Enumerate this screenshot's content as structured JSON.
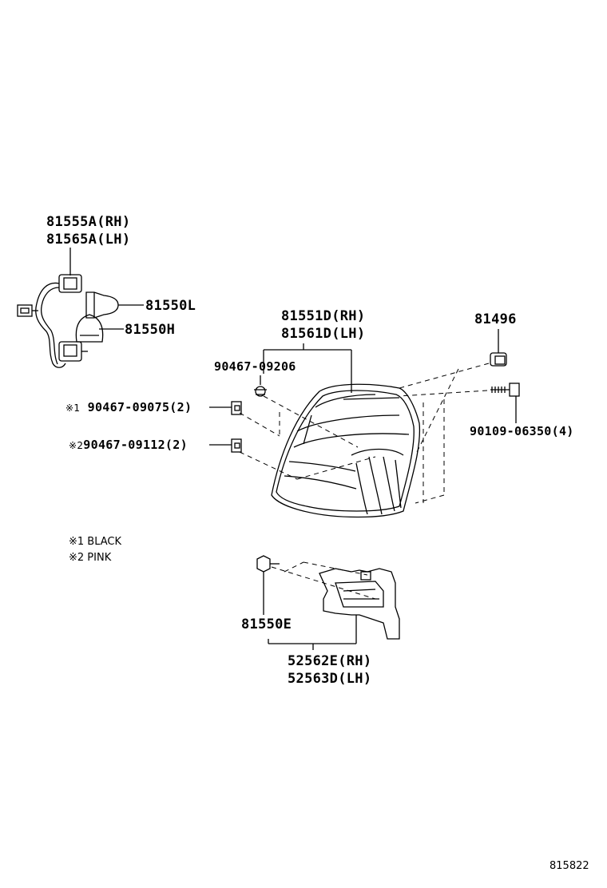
{
  "labels": {
    "socket_rh": "81555A(RH)",
    "socket_lh": "81565A(LH)",
    "bulb_l": "81550L",
    "bulb_h": "81550H",
    "lamp_rh": "81551D(RH)",
    "lamp_lh": "81561D(LH)",
    "part_81496": "81496",
    "clip_09206": "90467-09206",
    "clip_09075": "90467-09075(2)",
    "clip_09112": "90467-09112(2)",
    "bolt_06350": "90109-06350(4)",
    "part_81550e": "81550E",
    "bracket_rh": "52562E(RH)",
    "bracket_lh": "52563D(LH)"
  },
  "marks": {
    "mark1": "※1",
    "mark2": "※2"
  },
  "notes": {
    "black": "※1 BLACK",
    "pink": "※2 PINK"
  },
  "figure_id": "815822"
}
